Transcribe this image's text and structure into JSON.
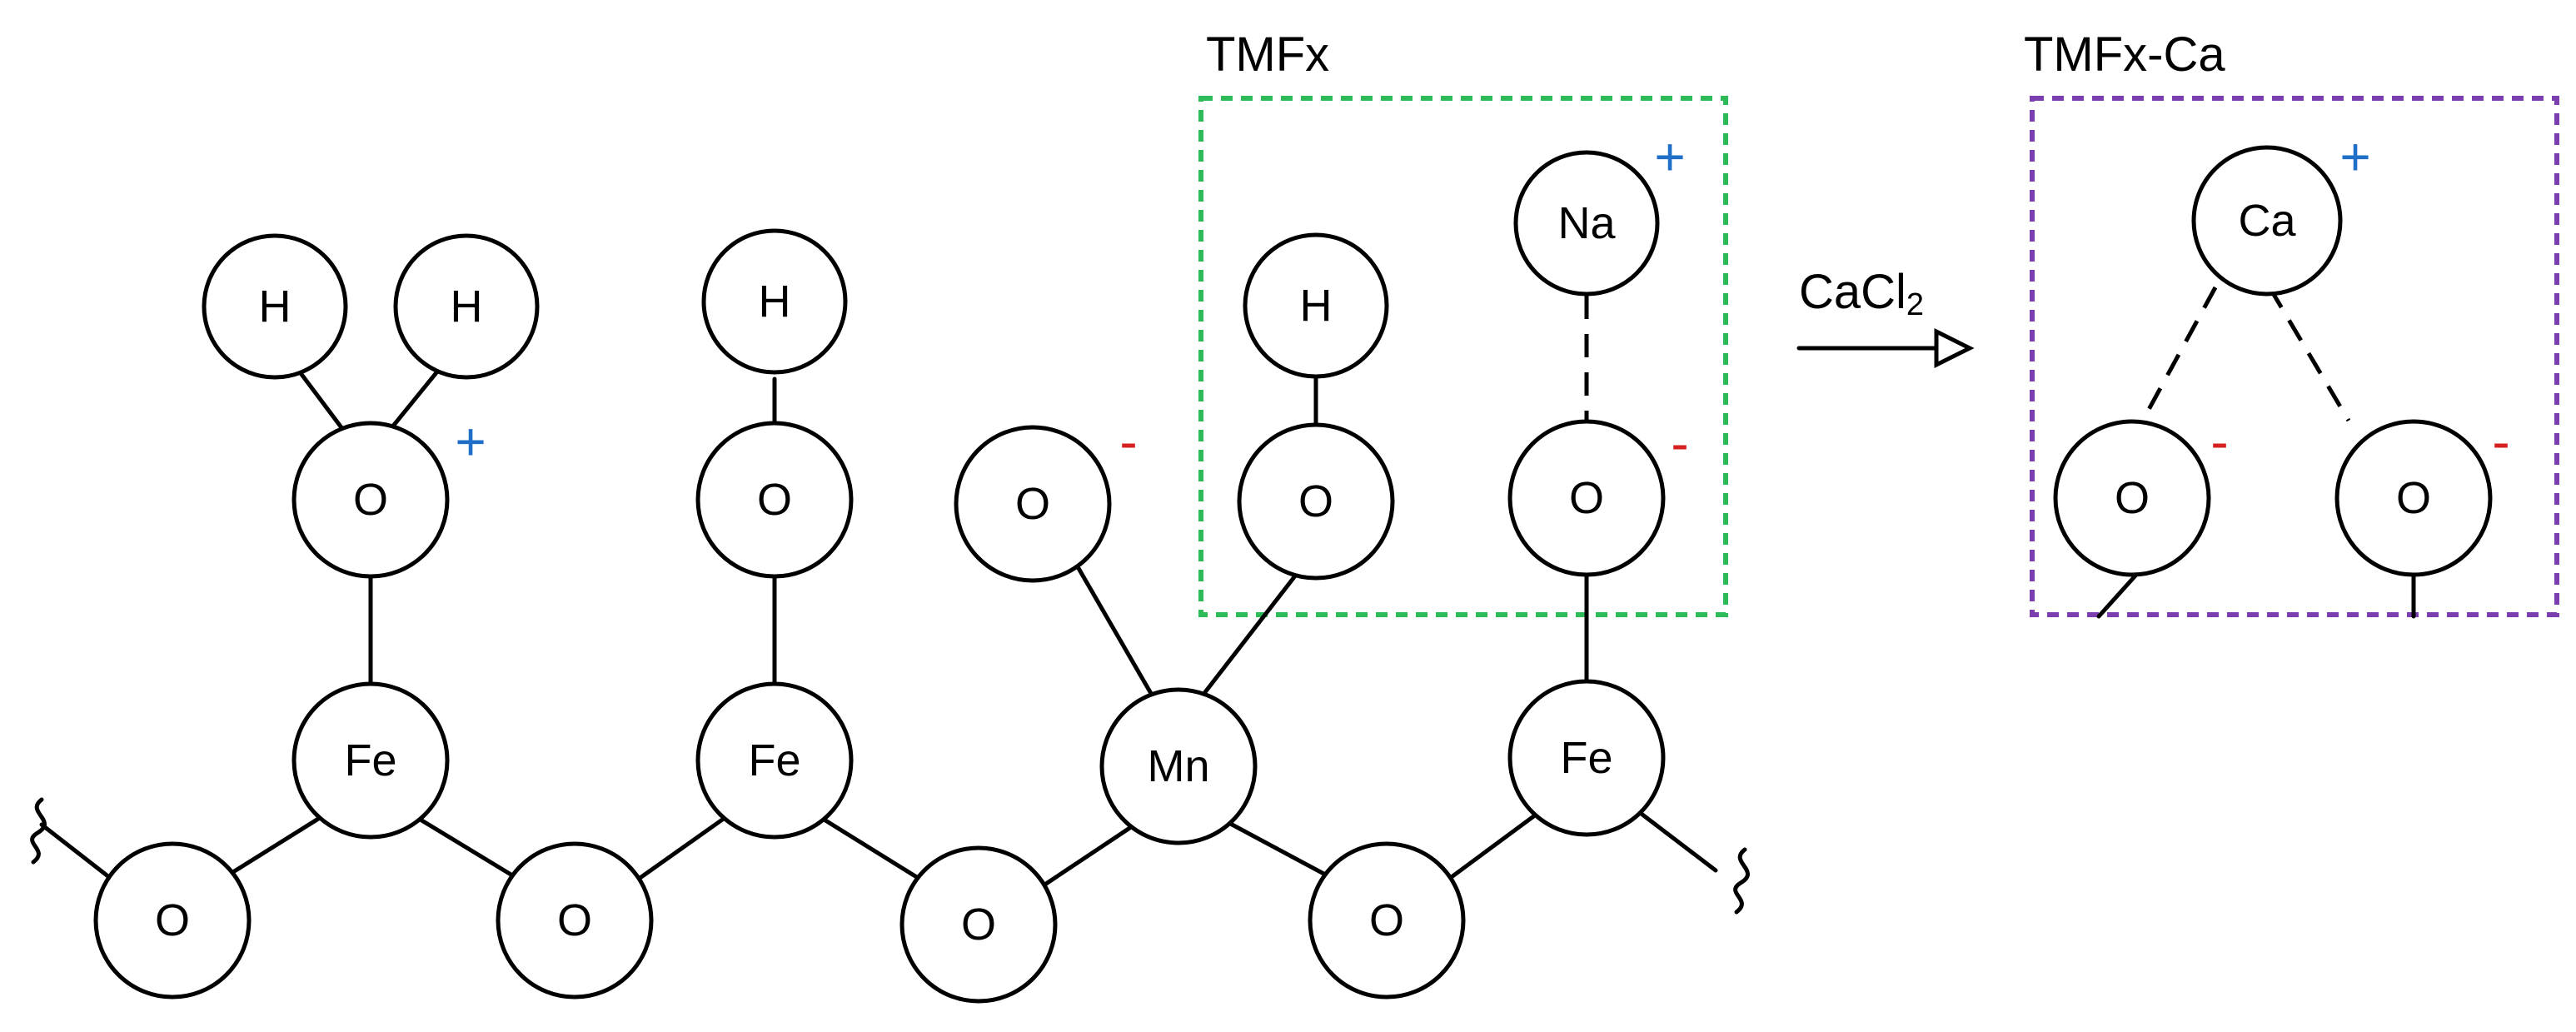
{
  "colors": {
    "positive_charge": "#1f6fc8",
    "negative_charge": "#d42020",
    "tmfx_box": "#2dbb5a",
    "tmfx_ca_box": "#7b3fb0"
  },
  "labels": {
    "tmfx_title": "TMFx",
    "tmfx_ca_title": "TMFx-Ca",
    "reagent_main": "CaCl",
    "reagent_sub": "2"
  },
  "charges": {
    "plus": "+",
    "minus": "-"
  },
  "atoms": {
    "h1": "H",
    "h2": "H",
    "h3": "H",
    "h4": "H",
    "na": "Na",
    "o_hydroxonium": "O",
    "o_hydroxyl_fe2": "O",
    "o_anion_mn": "O",
    "o_hydroxyl_mn": "O",
    "o_na_bound": "O",
    "fe1": "Fe",
    "fe2": "Fe",
    "mn": "Mn",
    "fe3": "Fe",
    "o_chain1": "O",
    "o_chain2": "O",
    "o_chain3": "O",
    "o_chain4": "O",
    "ca": "Ca",
    "o_ca_left": "O",
    "o_ca_right": "O"
  }
}
